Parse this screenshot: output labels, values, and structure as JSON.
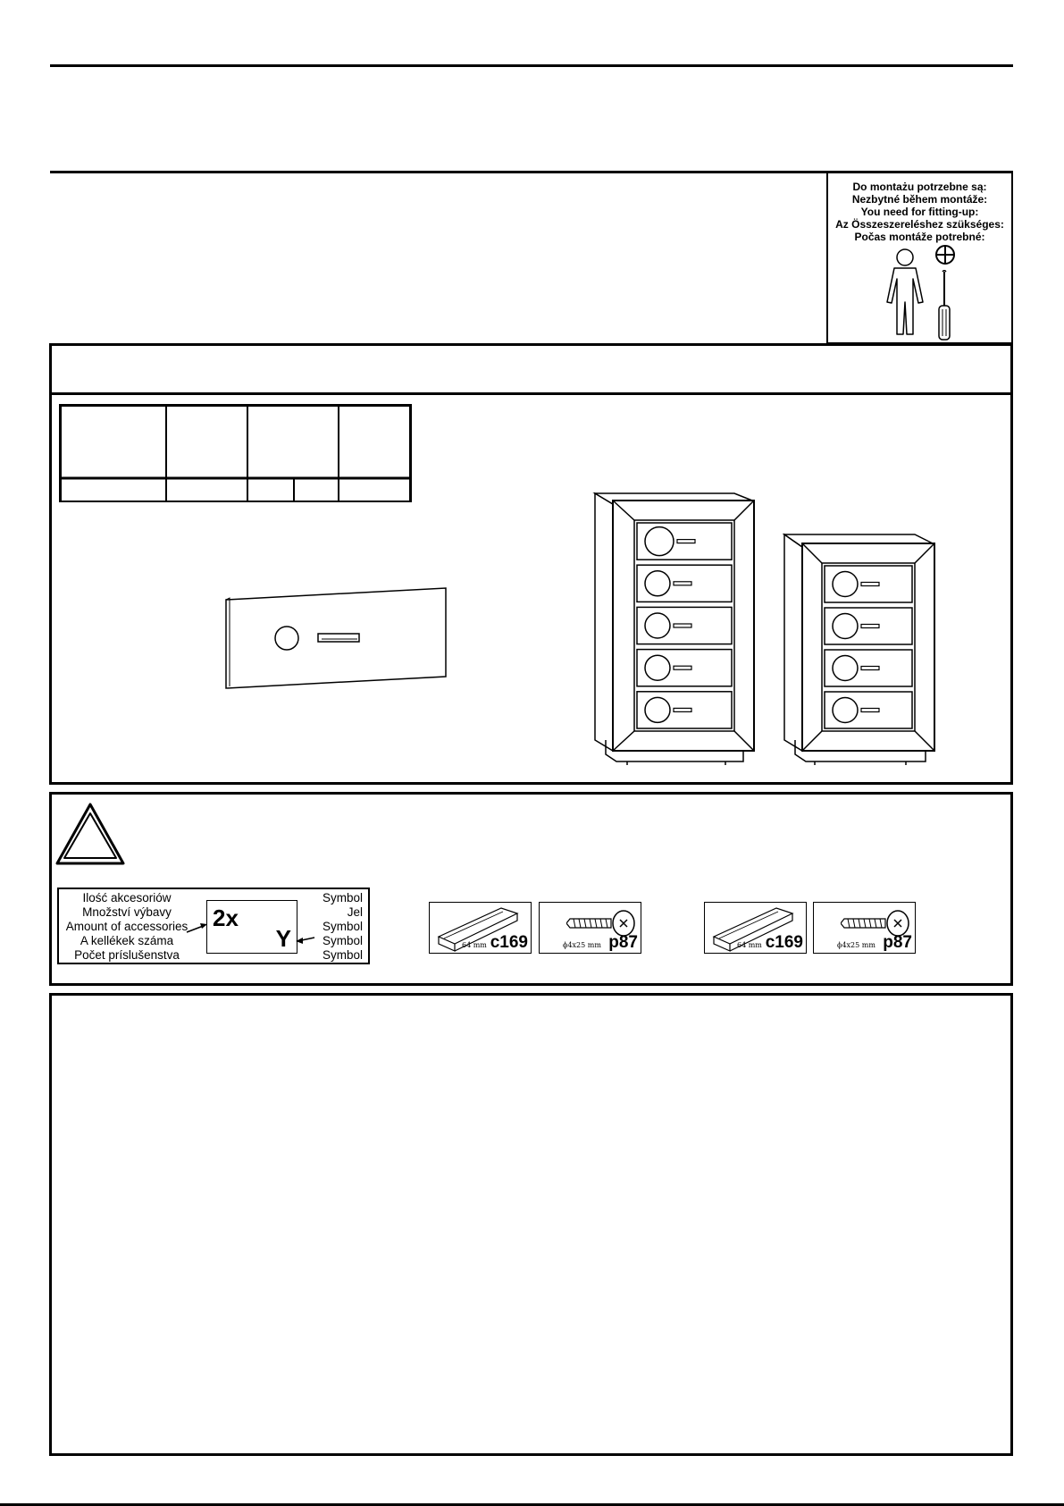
{
  "tools_panel": {
    "lines": [
      "Do montażu potrzebne są:",
      "Nezbytné během montáže:",
      "You need for fitting-up:",
      "Az Összeszereléshez szükséges:",
      "Počas montáže potrebné:"
    ],
    "icons": [
      "person-icon",
      "phillips-cross-icon",
      "screwdriver-icon"
    ]
  },
  "legend": {
    "left_lines": [
      "Ilość akcesoriów",
      "Množství výbavy",
      "Amount of accessories",
      "A kellékek száma",
      "Počet príslušenstva"
    ],
    "right_lines": [
      "Symbol",
      "Jel",
      "Symbol",
      "Symbol",
      "Symbol"
    ],
    "quantity_example": "2x",
    "symbol_example": "Y"
  },
  "accessories": [
    {
      "group": 1,
      "items": [
        {
          "type": "handle",
          "code": "c169",
          "dimension": "64 mm",
          "icon": "handle-icon"
        },
        {
          "type": "screw",
          "code": "p87",
          "dimension": "ϕ4x25 mm",
          "icon": "screw-icon"
        }
      ]
    },
    {
      "group": 2,
      "items": [
        {
          "type": "handle",
          "code": "c169",
          "dimension": "64 mm",
          "icon": "handle-icon"
        },
        {
          "type": "screw",
          "code": "p87",
          "dimension": "ϕ4x25 mm",
          "icon": "screw-icon"
        }
      ]
    }
  ],
  "products": {
    "tall_chest_drawers": 5,
    "short_chest_drawers": 4
  },
  "icons": [
    "warning-triangle-icon",
    "drawer-front-icon",
    "tall-chest-icon",
    "short-chest-icon"
  ]
}
